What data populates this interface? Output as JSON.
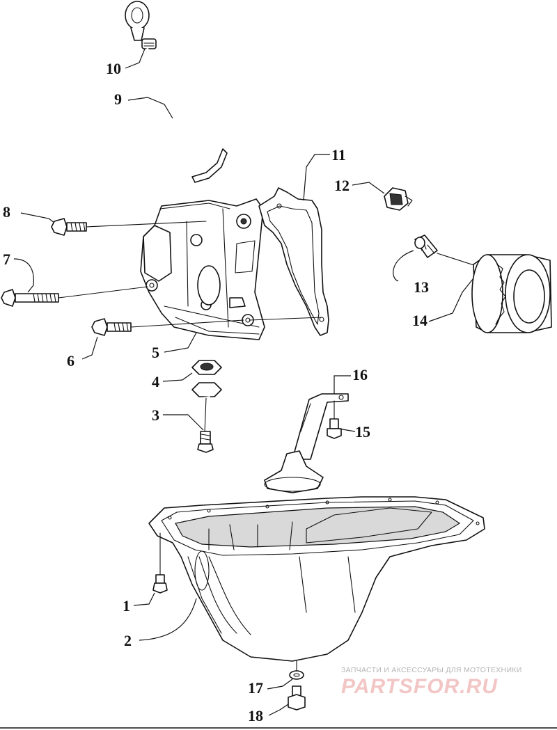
{
  "diagram": {
    "callouts": [
      "1",
      "2",
      "3",
      "4",
      "5",
      "6",
      "7",
      "8",
      "9",
      "10",
      "11",
      "12",
      "13",
      "14",
      "15",
      "16",
      "17",
      "18"
    ]
  },
  "watermark": {
    "tagline": "ЗАПЧАСТИ И АКСЕССУАРЫ ДЛЯ МОТОТЕХНИКИ",
    "logo": "PARTSFOR.RU"
  }
}
